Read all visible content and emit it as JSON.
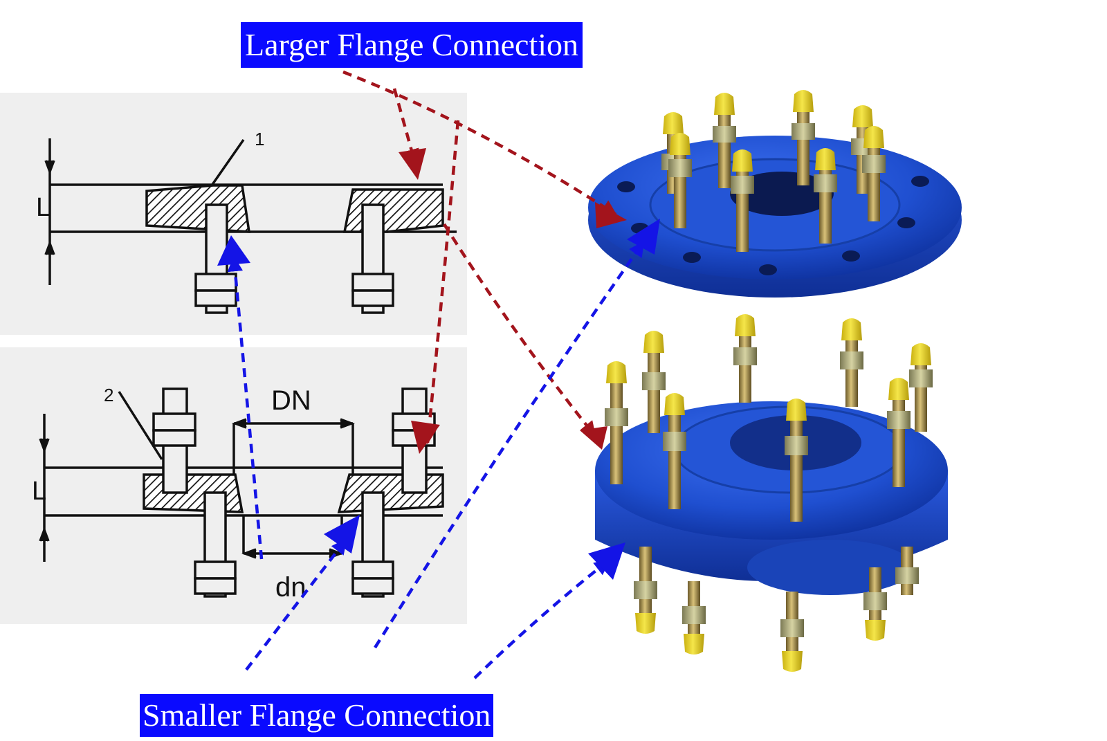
{
  "labels": {
    "larger": "Larger Flange Connection",
    "smaller": "Smaller Flange Connection"
  },
  "drawing": {
    "part1": "1",
    "part2": "2",
    "thickness_top": "L",
    "thickness_bottom": "L",
    "nominal_large": "DN",
    "nominal_small": "dn"
  },
  "colors": {
    "banner": "#0a0aff",
    "larger_arrow": "#a3141c",
    "smaller_arrow": "#1414e6",
    "flange_blue": "#1f4fd0",
    "bolt_cap": "#e8d21a",
    "drawing_panel": "#efefef"
  }
}
